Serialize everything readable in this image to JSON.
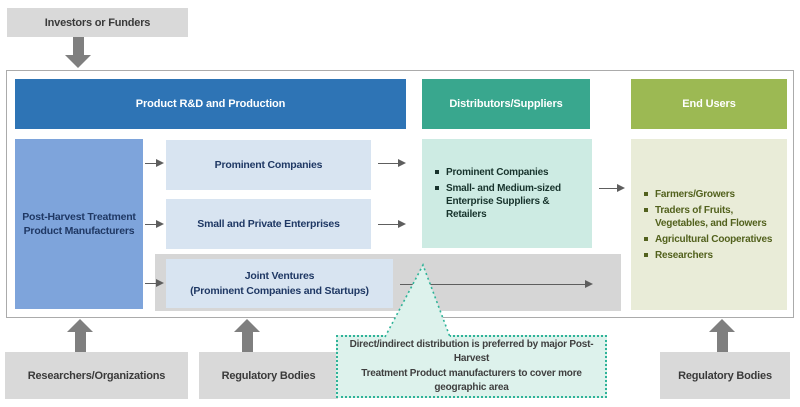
{
  "external_entities": {
    "investors": "Investors or Funders",
    "researchers_orgs": "Researchers/Organizations",
    "regulatory_mid": "Regulatory Bodies",
    "regulatory_right": "Regulatory Bodies"
  },
  "product_rnd": {
    "header": "Product R&D and Production",
    "manufacturers_lines": [
      "Post-Harvest Treatment",
      "Product Manufacturers"
    ],
    "prominent_companies": "Prominent Companies",
    "small_private": "Small and Private Enterprises",
    "joint_ventures_line1": "Joint Ventures",
    "joint_ventures_line2": "(Prominent Companies and Startups)"
  },
  "distributors": {
    "header": "Distributors/Suppliers",
    "items": [
      "Prominent Companies",
      "Small- and Medium-sized Enterprise Suppliers & Retailers"
    ]
  },
  "end_users": {
    "header": "End Users",
    "items": [
      "Farmers/Growers",
      "Traders of Fruits, Vegetables, and Flowers",
      "Agricultural Cooperatives",
      "Researchers"
    ]
  },
  "callout": {
    "lines": [
      "Direct/indirect distribution is preferred by major Post-Harvest",
      "Treatment Product manufacturers to cover more geographic area"
    ]
  },
  "colors": {
    "header_blue": "#2E74B5",
    "header_teal": "#39A78E",
    "header_green": "#9CB953",
    "manufacturers_blue": "#7EA4DB",
    "light_blue_box": "#D8E4F1",
    "light_teal_box": "#CDEBE3",
    "light_olive_box": "#E9ECD8",
    "gray_box": "#D9D9D9",
    "gray_band": "#D6D6D6",
    "block_arrow_gray": "#7F7F7F",
    "thin_arrow_gray": "#5E5E5E",
    "callout_fill": "#DDF2EC",
    "callout_border": "#2EB398",
    "navy_text": "#1F3864",
    "teal_text": "#17332C",
    "olive_text": "#52611D"
  }
}
